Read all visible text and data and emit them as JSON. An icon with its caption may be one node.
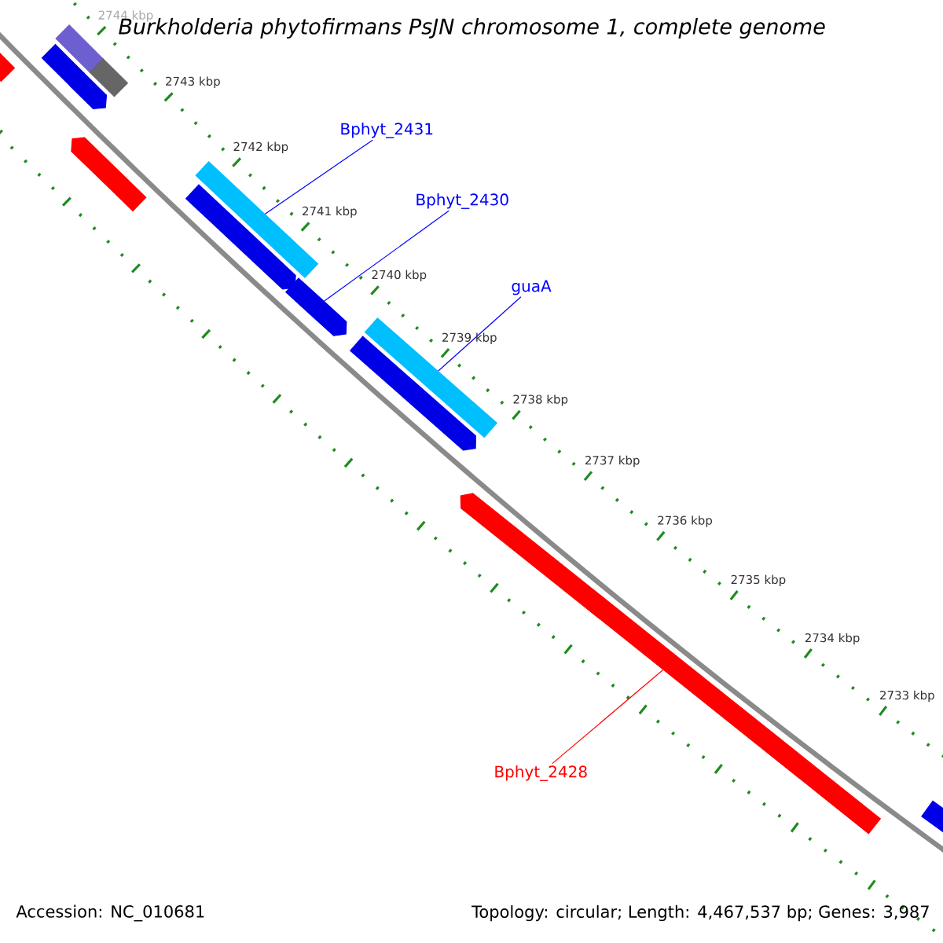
{
  "diagram": {
    "title": "Burkholderia phytofirmans PsJN chromosome 1, complete genome",
    "nodes": [
      {
        "text": [
          "Bphyt_2431"
        ]
      },
      {
        "text": [
          "Bphyt_2430"
        ]
      },
      {
        "text": [
          "guaA"
        ]
      },
      {
        "text": [
          "Bphyt_2428"
        ]
      },
      {
        "text": [],
        "shape": "bar"
      },
      {
        "text": [],
        "shape": "bar"
      },
      {
        "text": [],
        "shape": "bar"
      },
      {
        "text": [],
        "shape": "bar"
      },
      {
        "text": [],
        "shape": "bar"
      },
      {
        "text": [],
        "shape": "bar"
      },
      {
        "text": [],
        "shape": "bar"
      },
      {
        "text": [],
        "shape": "bar"
      },
      {
        "text": [],
        "shape": "bar"
      },
      {
        "text": [],
        "shape": "bar"
      },
      {
        "text": [],
        "shape": "bar"
      },
      {
        "text": [],
        "shape": "bar"
      },
      {
        "text": [],
        "shape": "bar"
      }
    ],
    "edges": [
      {
        "from": 0,
        "to": 11,
        "arrow": "none"
      },
      {
        "from": 1,
        "to": 12,
        "arrow": "none"
      },
      {
        "from": 2,
        "to": 14,
        "arrow": "none"
      },
      {
        "from": 3,
        "to": 15,
        "arrow": "none",
        "color": "#ff0000"
      }
    ],
    "labels": [
      "2744 kbp",
      "2743 kbp",
      "2742 kbp",
      "2741 kbp",
      "2740 kbp",
      "2739 kbp",
      "2738 kbp",
      "2737 kbp",
      "2736 kbp",
      "2735 kbp",
      "2734 kbp",
      "2733 kbp",
      "Accession: NC_010681",
      "Topology: circular; Length: 4,467,537 bp; Genes: 3,987"
    ]
  }
}
